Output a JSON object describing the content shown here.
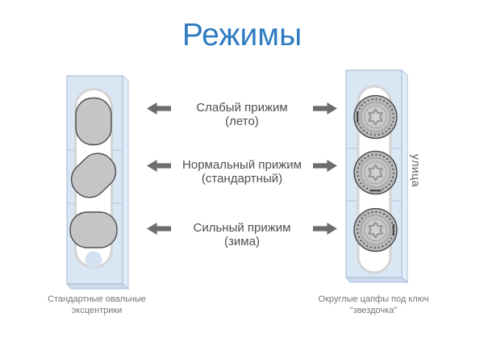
{
  "title": "Режимы",
  "modes": [
    {
      "label": "Слабый прижим",
      "sublabel": "(лето)"
    },
    {
      "label": "Нормальный прижим",
      "sublabel": "(стандартный)"
    },
    {
      "label": "Сильный прижим",
      "sublabel": "(зима)"
    }
  ],
  "left_panel": {
    "caption_line1": "Стандартные овальные",
    "caption_line2": "эксцентрики"
  },
  "right_panel": {
    "caption_line1": "Округлые цапфы под ключ",
    "caption_line2": "\"звездочка\""
  },
  "side_label": "улица",
  "icons": {
    "left_arrow": "arrow-left-icon",
    "right_arrow": "arrow-right-icon"
  },
  "colors": {
    "title_blue": "#2e7bc2",
    "panel_fill": "#d9e7f5",
    "panel_edge_light": "#e3edf9",
    "panel_edge_dark": "#cbdbec",
    "slot_border": "#d4d4d4",
    "eccentric_fill": "#c5c5c5",
    "eccentric_stroke": "#4c4c4c",
    "cam_fill": "#b7b7b7",
    "arrow_gray": "#6d6d6d",
    "label_text": "#4f4f4f",
    "caption_text": "#757575"
  }
}
